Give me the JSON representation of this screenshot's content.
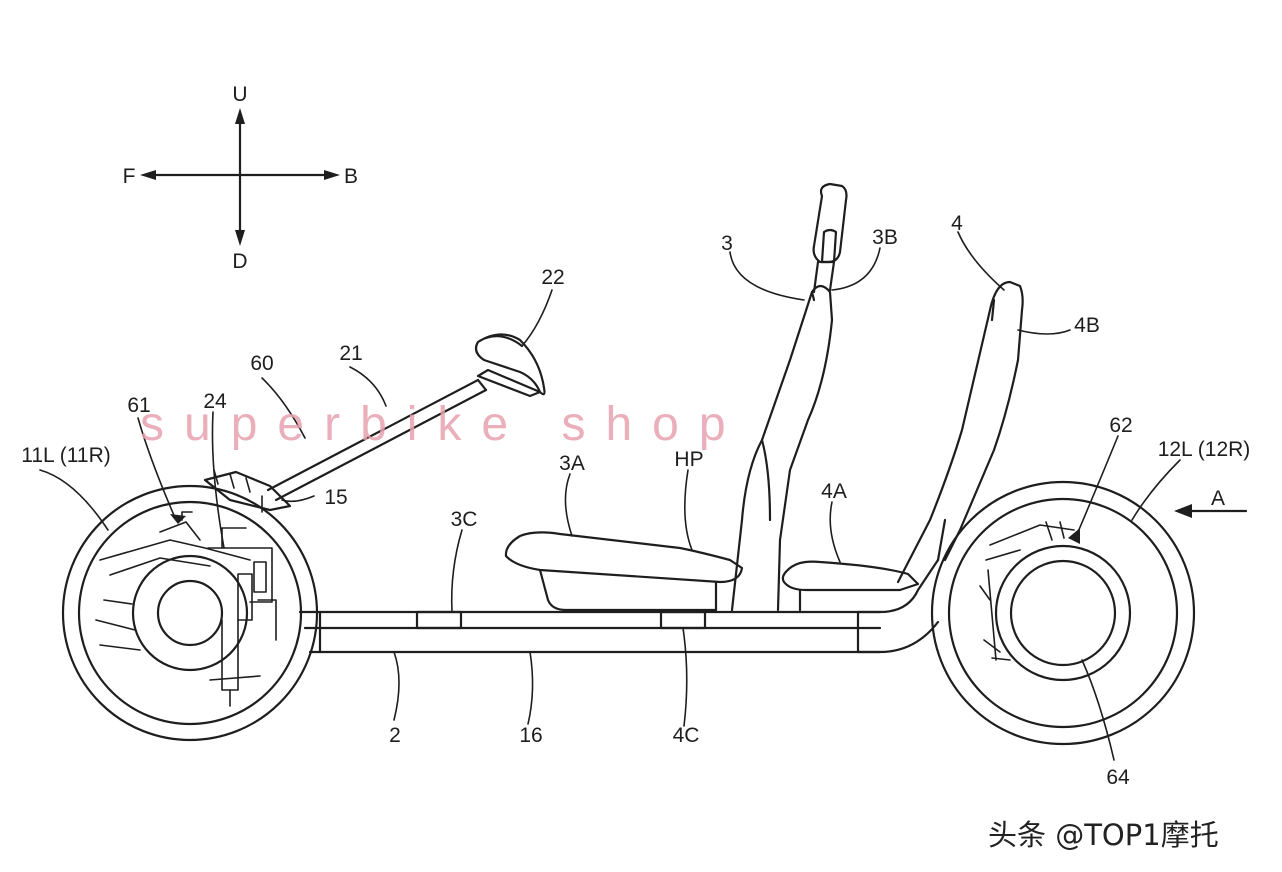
{
  "axes": {
    "up": "U",
    "down": "D",
    "front": "F",
    "back": "B"
  },
  "labels": {
    "l2": "2",
    "l3": "3",
    "l3a": "3A",
    "l3b": "3B",
    "l3c": "3C",
    "l4": "4",
    "l4a": "4A",
    "l4b": "4B",
    "l4c": "4C",
    "l11": "11L (11R)",
    "l12": "12L (12R)",
    "l15": "15",
    "l16": "16",
    "l21": "21",
    "l22": "22",
    "l24": "24",
    "l60": "60",
    "l61": "61",
    "l62": "62",
    "l64": "64",
    "hp": "HP",
    "viewA": "A"
  },
  "watermark": {
    "text": "superbike shop",
    "color": "#e7a2ae"
  },
  "credit": "头条 @TOP1摩托"
}
